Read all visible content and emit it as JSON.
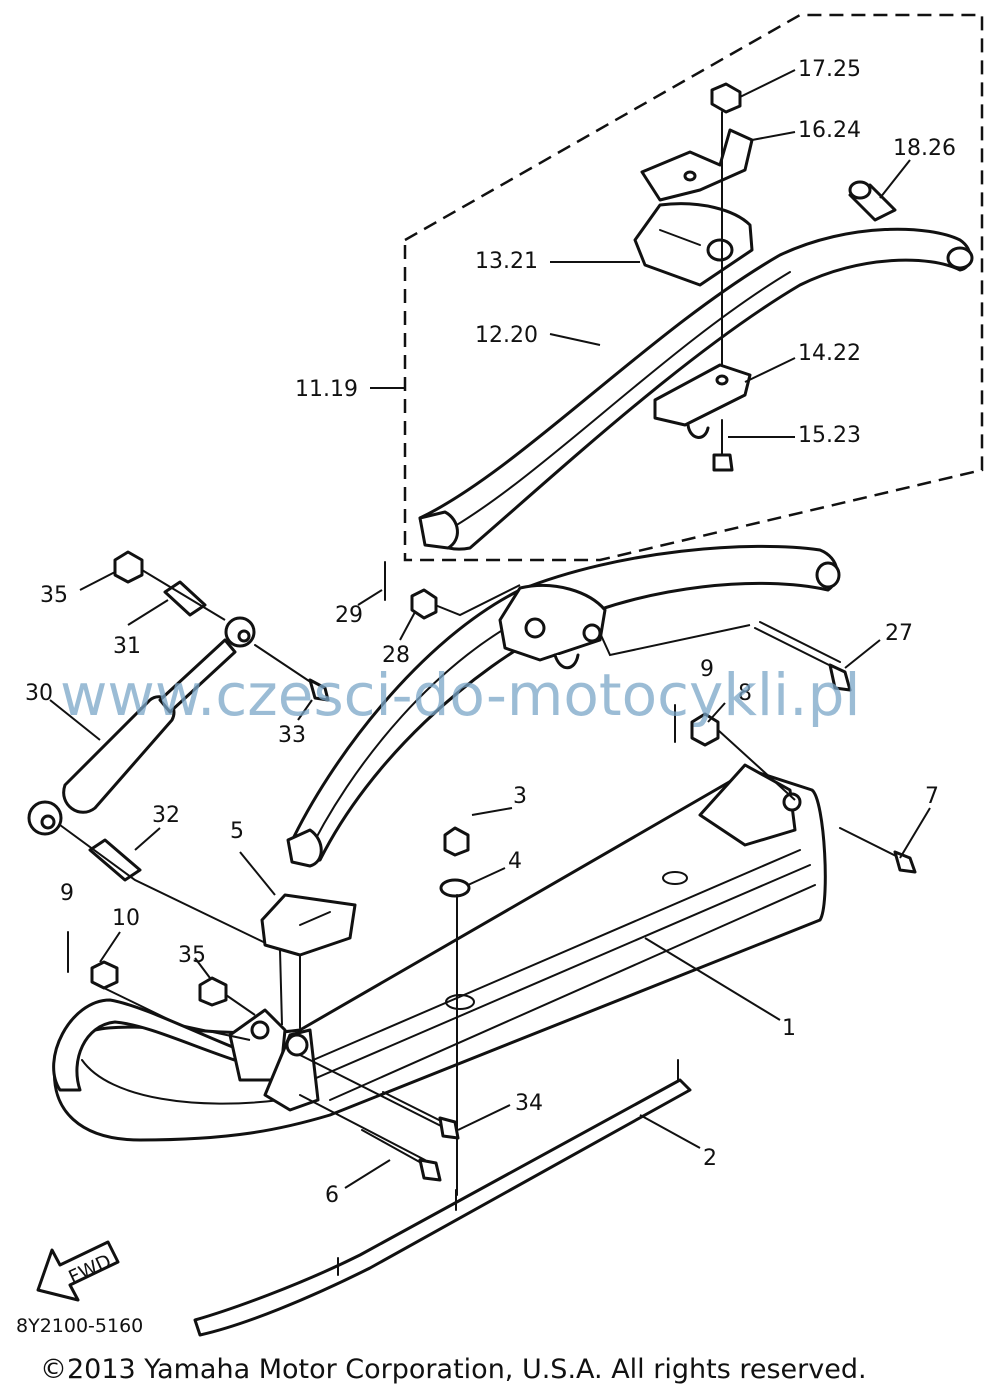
{
  "labels": {
    "l_17_25": "17.25",
    "l_16_24": "16.24",
    "l_18_26": "18.26",
    "l_13_21": "13.21",
    "l_12_20": "12.20",
    "l_11_19": "11.19",
    "l_14_22": "14.22",
    "l_15_23": "15.23",
    "l_35a": "35",
    "l_31": "31",
    "l_29": "29",
    "l_28": "28",
    "l_27": "27",
    "l_30": "30",
    "l_33": "33",
    "l_9a": "9",
    "l_8": "8",
    "l_3": "3",
    "l_7": "7",
    "l_32": "32",
    "l_5": "5",
    "l_4": "4",
    "l_9b": "9",
    "l_10": "10",
    "l_35b": "35",
    "l_1": "1",
    "l_34": "34",
    "l_2": "2",
    "l_6": "6"
  },
  "fwd_label": "FWD",
  "diagram_code": "8Y2100-5160",
  "watermark": "www.czesci-do-motocykli.pl",
  "copyright": "©2013 Yamaha Motor Corporation, U.S.A. All rights reserved."
}
